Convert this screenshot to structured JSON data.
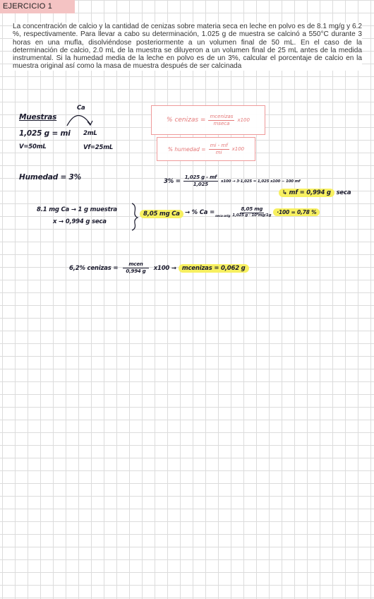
{
  "header": {
    "tag": "EJERCICIO 1"
  },
  "problem": {
    "text": "La concentración de calcio y la cantidad de cenizas sobre materia seca en leche en polvo es de 8.1 mg/g y 6.2 %, respectivamente. Para llevar a cabo su determinación, 1.025 g de muestra se calcinó a 550°C durante 3 horas en una mufla, disolviéndose posteriormente a un volumen final de 50 mL. En el caso de la determinación de calcio, 2.0 mL de la muestra se diluyeron a un volumen final de 25 mL antes de la medida instrumental. Si la humedad media de la leche en polvo es de un 3%, calcular el porcentaje de calcio en la muestra original así como la masa de muestra después de ser calcinada"
  },
  "notes": {
    "muestras_title": "Muestras",
    "ca_label": "Ca",
    "mass": "1,025 g = mi",
    "volume": "V=50mL",
    "aliquot": "2mL",
    "final_volume": "Vf=25mL",
    "formula_cenizas": {
      "left": "% cenizas =",
      "num": "mcenizas",
      "den": "mseca",
      "right": "x100"
    },
    "formula_humedad": {
      "left": "% humedad =",
      "num": "mi - mf",
      "den": "mi",
      "right": "x100"
    },
    "humedad": "Humedad = 3%",
    "humedad_calc": {
      "left": "3% =",
      "num": "1,025 g - mf",
      "den": "1,025",
      "right": "x100 → 3·1,025 = 1,025 x100 − 100 mf"
    },
    "mf_result": "↳ mf = 0,994 g",
    "mf_suffix": "seca",
    "rule_line1": "8.1 mg Ca → 1 g muestra",
    "rule_line2": "x → 0,994 g seca",
    "rule_result": "8,05 mg Ca",
    "pct_ca": {
      "left": "→ % Ca =",
      "sub": "seca orig",
      "num": "8,05 mg",
      "den": "1,025 g · 10³mg/1g",
      "right": "·100 = 0,78 %"
    },
    "cenizas_calc": {
      "left": "6,2% cenizas =",
      "num": "mcen",
      "den": "0,994 g",
      "right": "x100 →",
      "result": "mcenizas = 0,062 g"
    }
  }
}
